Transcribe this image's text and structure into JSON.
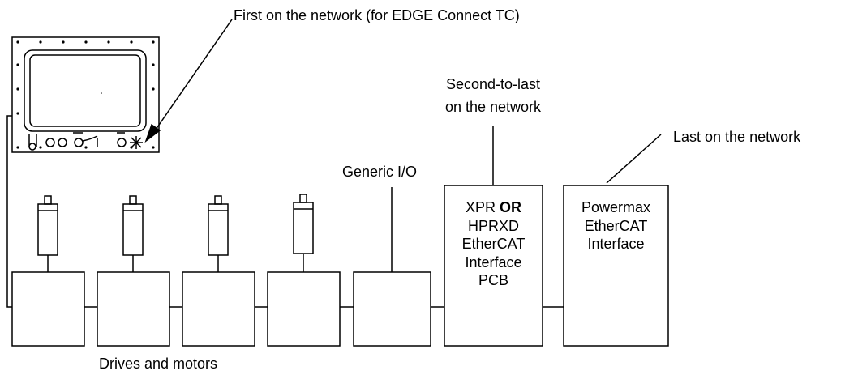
{
  "labels": {
    "first": "First on the network (for EDGE Connect TC)",
    "second_to_last_line1": "Second-to-last",
    "second_to_last_line2": "on the network",
    "last": "Last on the network",
    "generic_io": "Generic I/O",
    "drives": "Drives and motors"
  },
  "xpr_box": {
    "line1_a": "XPR",
    "line1_b": "OR",
    "line2": "HPRXD",
    "line3": "EtherCAT",
    "line4": "Interface",
    "line5": "PCB"
  },
  "powermax_box": {
    "line1": "Powermax",
    "line2": "EtherCAT",
    "line3": "Interface"
  },
  "colors": {
    "stroke": "#000000",
    "background": "#ffffff"
  }
}
